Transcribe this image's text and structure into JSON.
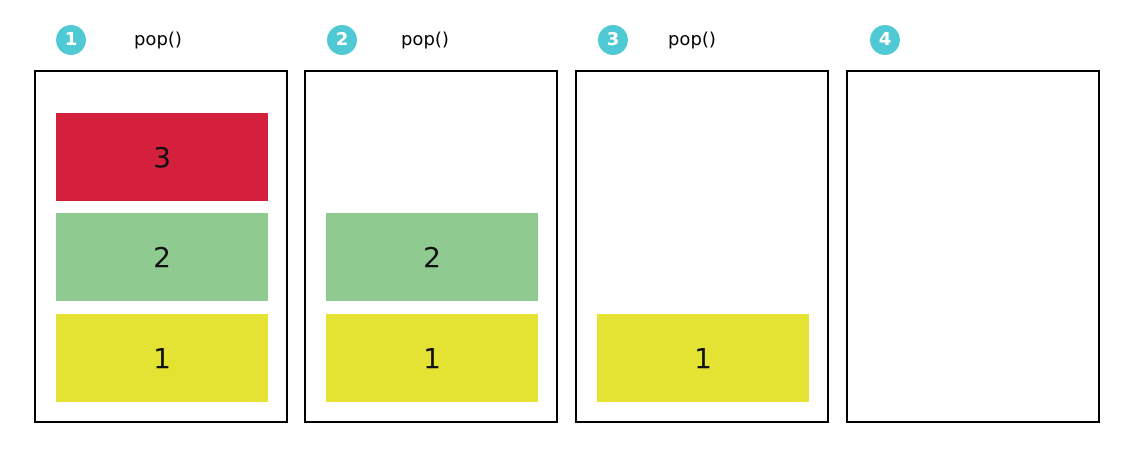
{
  "colors": {
    "badge": "#4fc9d3",
    "block_3": "#d4203d",
    "block_2": "#8fcb91",
    "block_1": "#e4e334",
    "border": "#000000"
  },
  "steps": [
    {
      "number": "1",
      "operation": "pop()",
      "stack": [
        {
          "value": "3",
          "color_key": "block_3"
        },
        {
          "value": "2",
          "color_key": "block_2"
        },
        {
          "value": "1",
          "color_key": "block_1"
        }
      ]
    },
    {
      "number": "2",
      "operation": "pop()",
      "stack": [
        {
          "value": "2",
          "color_key": "block_2"
        },
        {
          "value": "1",
          "color_key": "block_1"
        }
      ]
    },
    {
      "number": "3",
      "operation": "pop()",
      "stack": [
        {
          "value": "1",
          "color_key": "block_1"
        }
      ]
    },
    {
      "number": "4",
      "operation": "",
      "stack": []
    }
  ]
}
